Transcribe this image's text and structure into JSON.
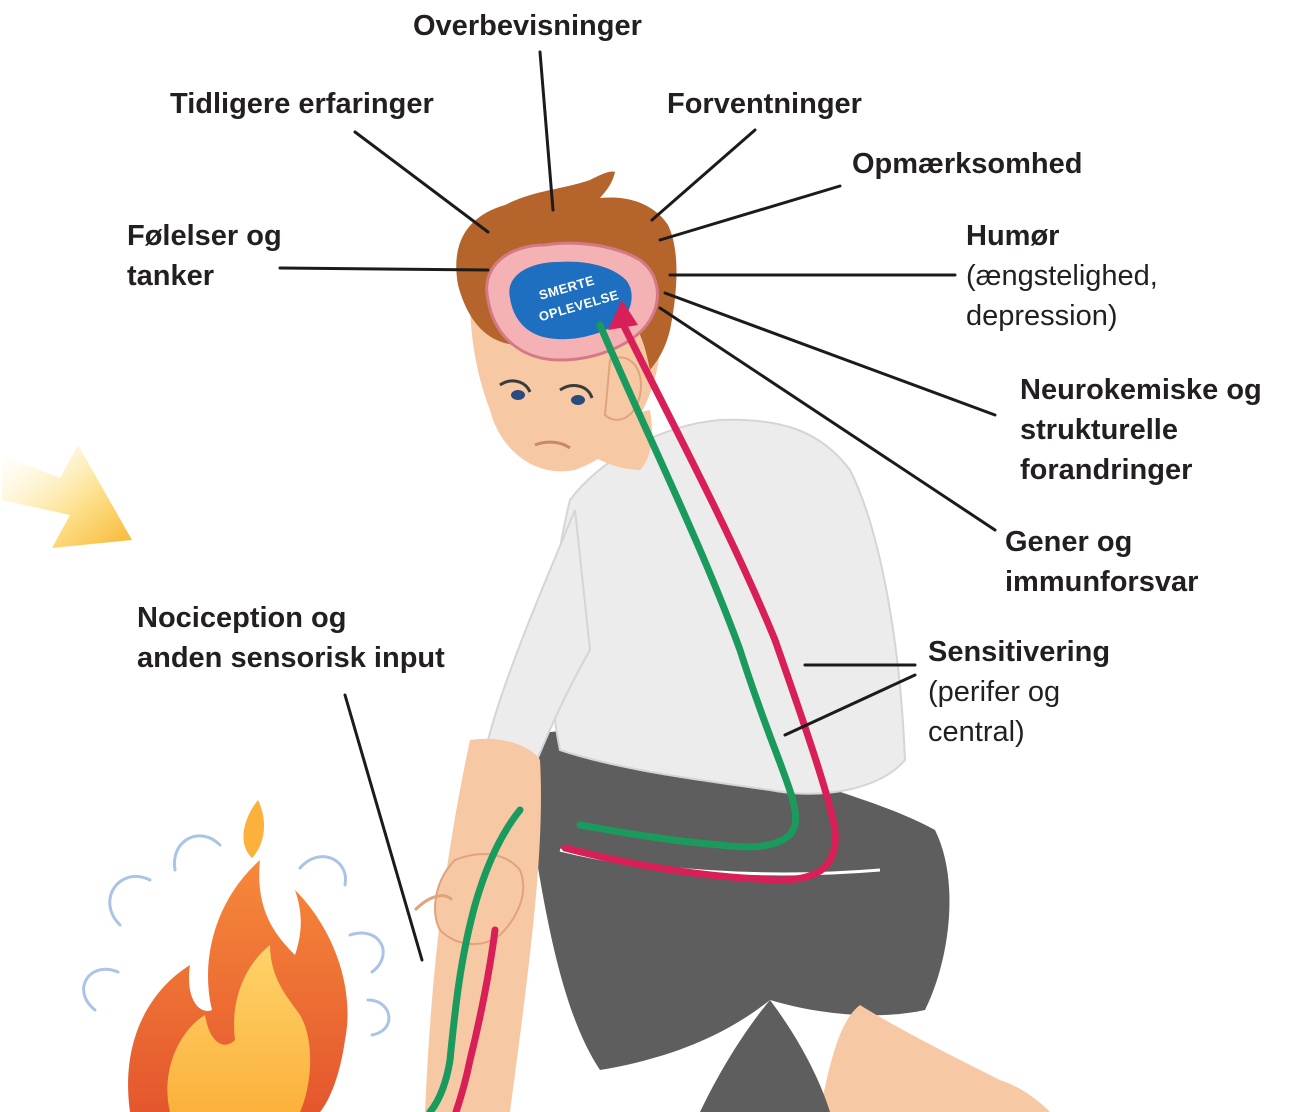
{
  "labels": {
    "overbevisninger": "Overbevisninger",
    "tidligere": "Tidligere erfaringer",
    "forventninger": "Forventninger",
    "opmaerksomhed": "Opmærksomhed",
    "folelser_1": "Følelser og",
    "folelser_2": "tanker",
    "humor_title": "Humør",
    "humor_detail_1": "(ængstelighed,",
    "humor_detail_2": "depression)",
    "neuro_1": "Neurokemiske og",
    "neuro_2": "strukturelle",
    "neuro_3": "forandringer",
    "gener_1": "Gener og",
    "gener_2": "immunforsvar",
    "noci_1": "Nociception og",
    "noci_2": "anden sensorisk input",
    "sens_title": "Sensitivering",
    "sens_detail_1": "(perifer og",
    "sens_detail_2": "central)"
  },
  "brain": {
    "line_1": "SMERTE",
    "line_2": "OPLEVELSE"
  },
  "colors": {
    "ascending_pathway": "#1a9a5c",
    "descending_pathway": "#d81f57",
    "brain_region": "#1e6fc0",
    "hair": "#b5652b",
    "leader_line": "#1b1b1b"
  },
  "icons": {
    "fire": "fire-icon",
    "arrow": "sun-arrow-icon"
  }
}
